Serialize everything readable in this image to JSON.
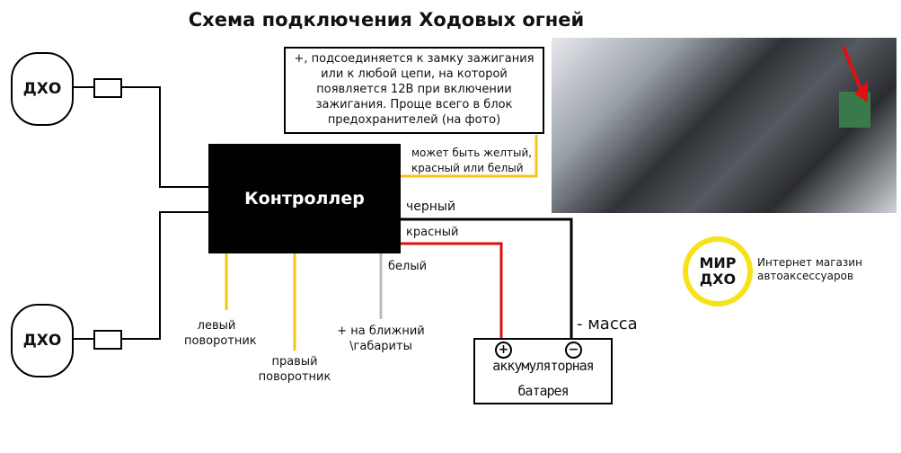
{
  "title": "Схема подключения Ходовых огней",
  "dho_top": "ДХО",
  "dho_bottom": "ДХО",
  "controller": "Контроллер",
  "info_box": "+, подсоединяется к замку зажигания или к любой цепи, на которой появляется 12В при включении зажигания. Проще всего в блок предохранителей (на фото)",
  "yellow_note": [
    "может быть желтый,",
    "красный или белый"
  ],
  "wires": {
    "black": "черный",
    "red": "красный",
    "white": "белый"
  },
  "left_turn": [
    "левый",
    "поворотник"
  ],
  "right_turn": [
    "правый",
    "поворотник"
  ],
  "low_beam": [
    "+ на ближний",
    "\\габариты"
  ],
  "ground": "- масса",
  "battery": {
    "plus": "+",
    "minus": "−",
    "line1": "аккумуляторная",
    "line2": "батарея"
  },
  "logo": {
    "line1": "МИР",
    "line2": "ДХО"
  },
  "shop": [
    "Интернет магазин",
    "автоаксессуаров"
  ],
  "colors": {
    "yellow": "#f5c518",
    "red": "#e01010",
    "gray": "#bbbbbb",
    "black": "#000000"
  }
}
